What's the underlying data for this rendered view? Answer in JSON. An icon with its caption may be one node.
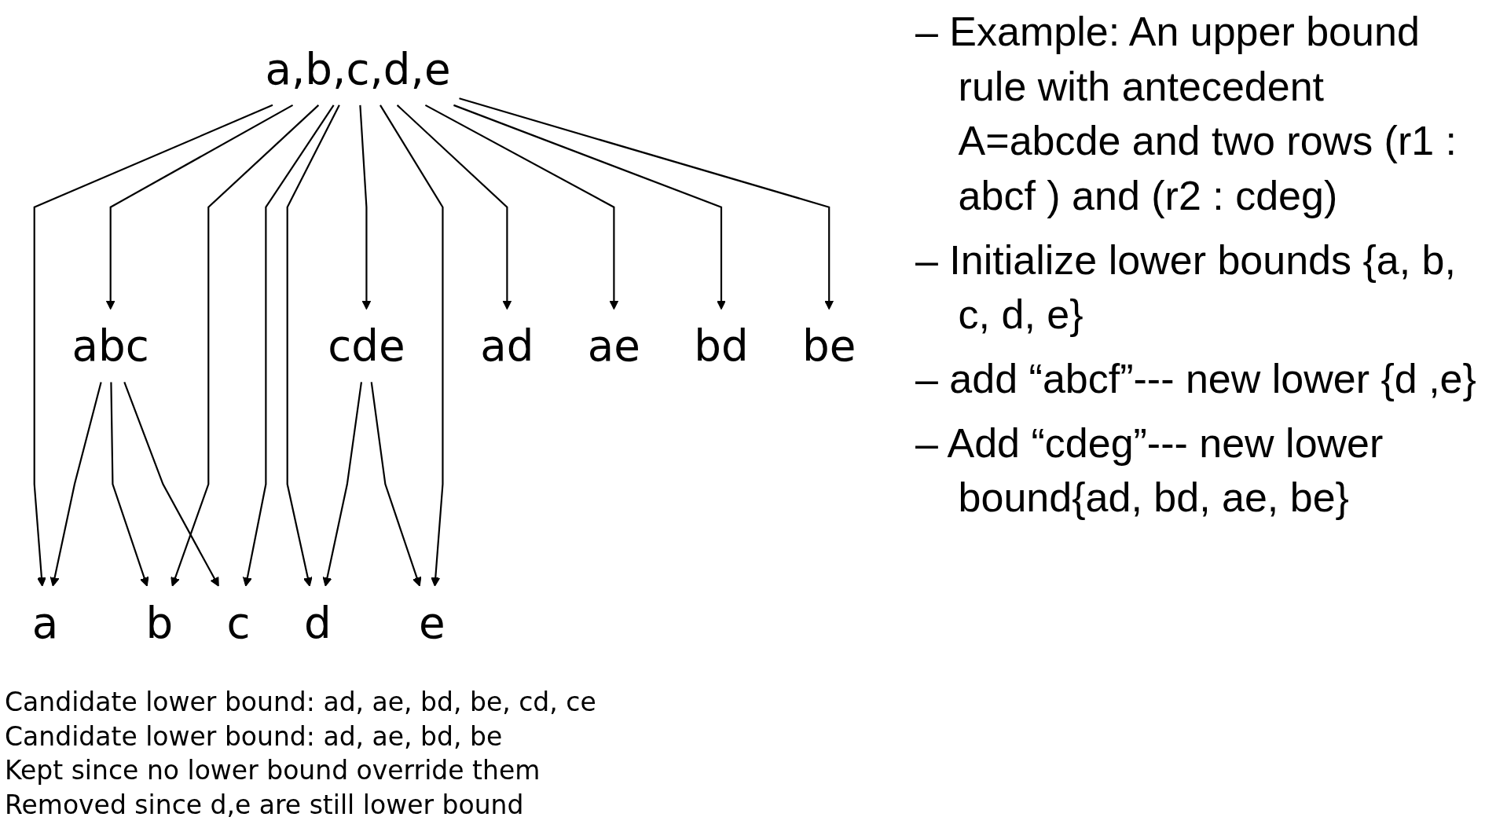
{
  "diagram": {
    "nodes": [
      {
        "text": [
          "a,b,c,d,e"
        ]
      },
      {
        "text": [
          "abc"
        ]
      },
      {
        "text": [
          "cde"
        ]
      },
      {
        "text": [
          "ad"
        ]
      },
      {
        "text": [
          "ae"
        ]
      },
      {
        "text": [
          "bd"
        ]
      },
      {
        "text": [
          "be"
        ]
      },
      {
        "text": [
          "a"
        ]
      },
      {
        "text": [
          "b"
        ]
      },
      {
        "text": [
          "c"
        ]
      },
      {
        "text": [
          "d"
        ]
      },
      {
        "text": [
          "e"
        ]
      }
    ],
    "edges": [
      {
        "from": 0,
        "to": 7,
        "arrow": "to"
      },
      {
        "from": 0,
        "to": 1,
        "arrow": "to"
      },
      {
        "from": 0,
        "to": 8,
        "arrow": "to"
      },
      {
        "from": 0,
        "to": 9,
        "arrow": "to"
      },
      {
        "from": 0,
        "to": 10,
        "arrow": "to"
      },
      {
        "from": 0,
        "to": 2,
        "arrow": "to"
      },
      {
        "from": 0,
        "to": 11,
        "arrow": "to"
      },
      {
        "from": 0,
        "to": 3,
        "arrow": "to"
      },
      {
        "from": 0,
        "to": 4,
        "arrow": "to"
      },
      {
        "from": 0,
        "to": 5,
        "arrow": "to"
      },
      {
        "from": 0,
        "to": 6,
        "arrow": "to"
      },
      {
        "from": 1,
        "to": 7,
        "arrow": "to"
      },
      {
        "from": 1,
        "to": 8,
        "arrow": "to"
      },
      {
        "from": 1,
        "to": 9,
        "arrow": "to"
      },
      {
        "from": 2,
        "to": 10,
        "arrow": "to"
      },
      {
        "from": 2,
        "to": 11,
        "arrow": "to"
      }
    ],
    "labels": [
      "– Example: An upper bound rule with antecedent A=abcde and two rows (r1 : abcf ) and (r2 : cdeg)",
      "– Initialize lower bounds {a, b, c, d, e}",
      "– add “abcf”--- new lower {d ,e}",
      "– Add “cdeg”--- new lower bound{ad, bd, ae, be}",
      "Candidate lower bound: ad, ae, bd, be, cd, ce",
      "Candidate lower bound: ad, ae, bd, be",
      "Kept since no lower bound override them",
      "Removed since d,e are still lower bound"
    ]
  }
}
